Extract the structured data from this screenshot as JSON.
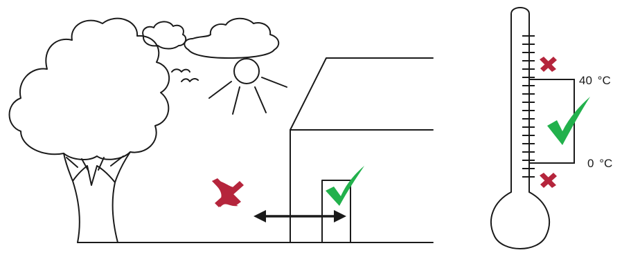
{
  "colors": {
    "line": "#1a1a1a",
    "check": "#22b14c",
    "cross": "#b5253c",
    "background": "#ffffff"
  },
  "icons": {
    "ok": "check-icon",
    "bad": "cross-icon"
  },
  "thermometer": {
    "upper_limit": {
      "value": "40",
      "unit": "°C"
    },
    "lower_limit": {
      "value": "0",
      "unit": "°C"
    }
  }
}
